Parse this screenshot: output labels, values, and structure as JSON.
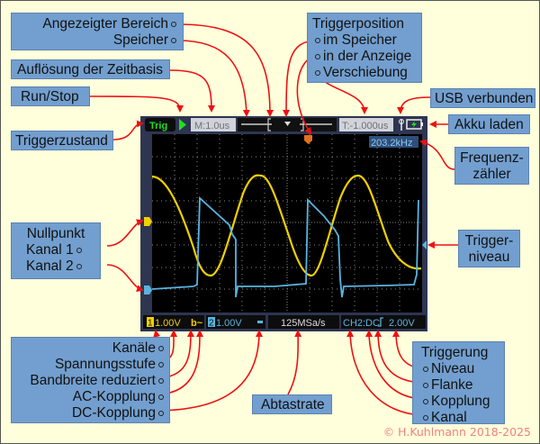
{
  "labels": {
    "displayed_range": "Angezeigter Bereich",
    "memory": "Speicher",
    "timebase": "Auflösung der Zeitbasis",
    "run_stop": "Run/Stop",
    "trigger_state": "Triggerzustand",
    "trigger_position_title": "Triggerposition",
    "trigger_in_memory": "im Speicher",
    "trigger_in_display": "in der Anzeige",
    "trigger_shift": "Verschiebung",
    "usb": "USB verbunden",
    "battery": "Akku laden",
    "frequency_1": "Frequenz-",
    "frequency_2": "zähler",
    "zero_title": "Nullpunkt",
    "zero_ch1": "Kanal 1",
    "zero_ch2": "Kanal 2",
    "trigger_level_1": "Trigger-",
    "trigger_level_2": "niveau",
    "channels": "Kanäle",
    "voltage_step": "Spannungsstufe",
    "bandwidth": "Bandbreite reduziert",
    "ac_coupling": "AC-Kopplung",
    "dc_coupling": "DC-Kopplung",
    "sample_rate": "Abtastrate",
    "triggering_title": "Triggerung",
    "trig_level": "Niveau",
    "trig_edge": "Flanke",
    "trig_coupling": "Kopplung",
    "trig_channel": "Kanal"
  },
  "scope": {
    "trig_status": "Trig",
    "timebase": "M:1.0us",
    "trigger_time": "T:-1.000us",
    "frequency": "203.2kHz",
    "ch1_num": "1",
    "ch1_volt": "1.00V",
    "ch1_flags": "b~",
    "ch2_num": "2",
    "ch2_volt": "1.00V",
    "ch2_coupling": "=",
    "sample_rate": "125MSa/s",
    "trigger_info": "CH2:DC",
    "trigger_level": "2.00V"
  },
  "colors": {
    "label_bg": "#729fcf",
    "arrow": "#ee1111",
    "ch1": "#f0d000",
    "ch2": "#5ab4e0",
    "trig_green": "#22dd22",
    "background": "#ffffdc"
  },
  "copyright": "© H.Kuhlmann 2018-2025"
}
